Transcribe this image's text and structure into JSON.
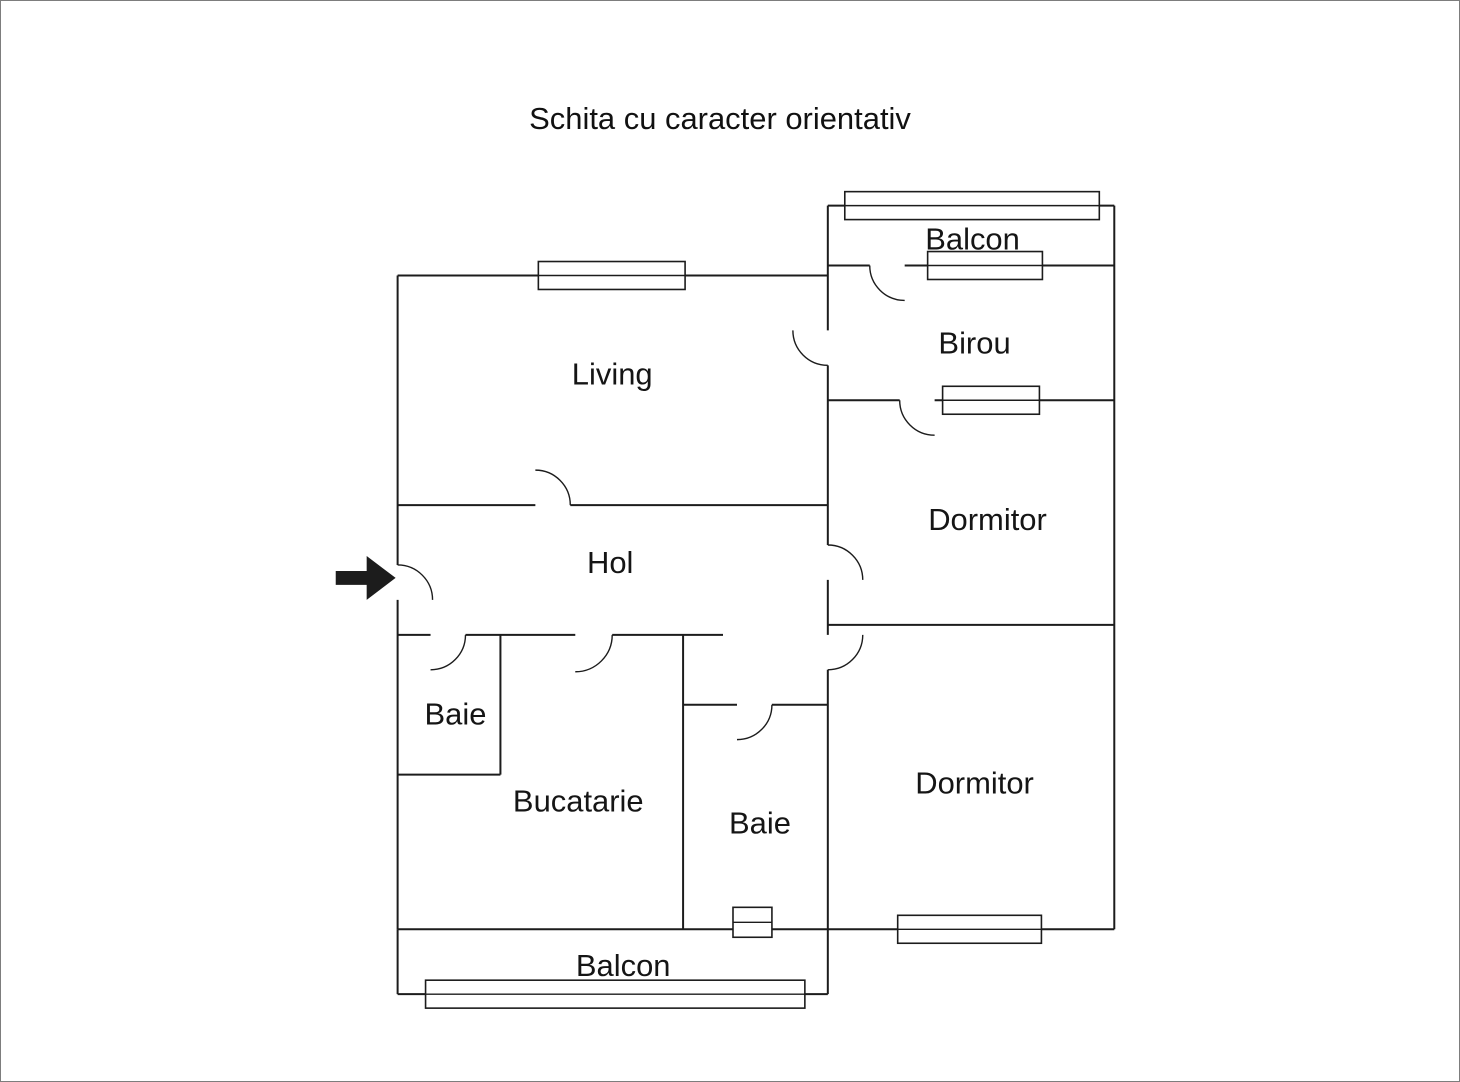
{
  "title": "Schita cu caracter orientativ",
  "rooms": {
    "living": "Living",
    "hol": "Hol",
    "baie1": "Baie",
    "bucatarie": "Bucatarie",
    "baie2": "Baie",
    "balcon_bottom": "Balcon",
    "balcon_top": "Balcon",
    "birou": "Birou",
    "dormitor1": "Dormitor",
    "dormitor2": "Dormitor"
  },
  "icons": {
    "entrance_arrow": "right-arrow"
  },
  "colors": {
    "wall": "#1c1c1c",
    "text": "#151515",
    "background": "#ffffff",
    "page_border": "#7d7d7d",
    "arrow_fill": "#1c1c1c"
  }
}
